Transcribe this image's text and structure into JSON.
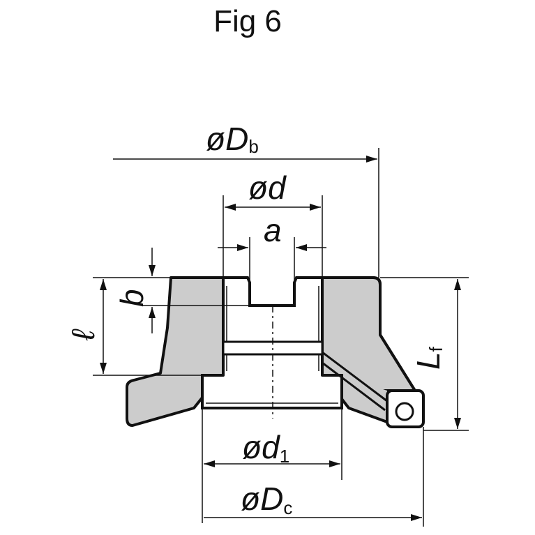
{
  "figure": {
    "title": "Fig 6"
  },
  "dimensions": {
    "Db": {
      "symbol": "øD",
      "subscript": "b"
    },
    "d": {
      "symbol": "ød",
      "subscript": ""
    },
    "a": {
      "symbol": "a",
      "subscript": ""
    },
    "b": {
      "symbol": "b",
      "subscript": ""
    },
    "l": {
      "symbol": "ℓ",
      "subscript": ""
    },
    "Lf": {
      "symbol": "L",
      "subscript": "f"
    },
    "d1": {
      "symbol": "ød",
      "subscript": "1"
    },
    "Dc": {
      "symbol": "øD",
      "subscript": "c"
    }
  },
  "colors": {
    "body_fill": "#cccccc",
    "outline": "#111111",
    "background": "#ffffff"
  }
}
